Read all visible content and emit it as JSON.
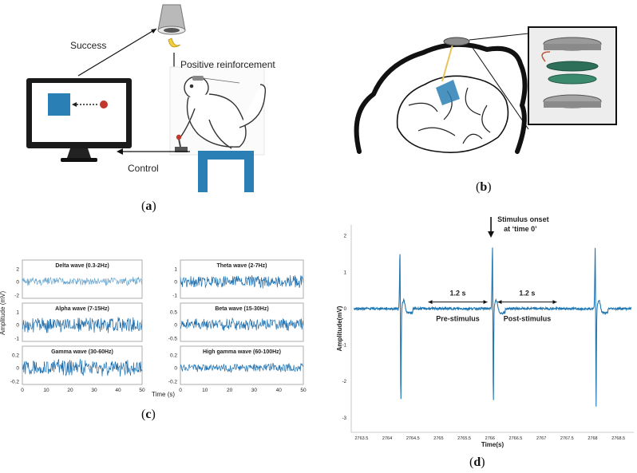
{
  "panel_a": {
    "success": "Success",
    "positive": "Positive reinforcement",
    "control": "Control",
    "caption_letter": "a"
  },
  "panel_b": {
    "caption_letter": "b"
  },
  "panel_c": {
    "ylabel": "Amplitude (mV)",
    "xlabel": "Time (s)",
    "caption_letter": "c",
    "x_ticks": [
      "0",
      "10",
      "20",
      "30",
      "40",
      "50"
    ],
    "subplots": [
      {
        "title": "Delta wave (0.3-2Hz)",
        "yticks": [
          "2",
          "0",
          "-2"
        ]
      },
      {
        "title": "Alpha wave (7-15Hz)",
        "yticks": [
          "1",
          "0",
          "-1"
        ]
      },
      {
        "title": "Gamma wave (30-60Hz)",
        "yticks": [
          "0.2",
          "0",
          "-0.2"
        ]
      },
      {
        "title": "Theta wave (2-7Hz)",
        "yticks": [
          "1",
          "0",
          "-1"
        ]
      },
      {
        "title": "Beta wave (15-30Hz)",
        "yticks": [
          "0.5",
          "0",
          "-0.5"
        ]
      },
      {
        "title": "High gamma wave (60-100Hz)",
        "yticks": [
          "0.2",
          "0",
          "-0.2"
        ]
      }
    ]
  },
  "panel_d": {
    "onset_line1": "Stimulus onset",
    "onset_line2": "at ‘time 0’",
    "pre_dur": "1.2 s",
    "post_dur": "1.2 s",
    "pre_label": "Pre-stimulus",
    "post_label": "Post-stimulus",
    "ylabel": "Amplitude(mV)",
    "xlabel": "Time(s)",
    "caption_letter": "d",
    "yticks": [
      "2",
      "1",
      "0",
      "-1",
      "-2",
      "-3"
    ],
    "xticks": [
      "2763.5",
      "2764",
      "2764.5",
      "2765",
      "2765.5",
      "2766",
      "2766.5",
      "2767",
      "2767.5",
      "2768",
      "2768.5"
    ],
    "line_color": "#1f77b4"
  }
}
